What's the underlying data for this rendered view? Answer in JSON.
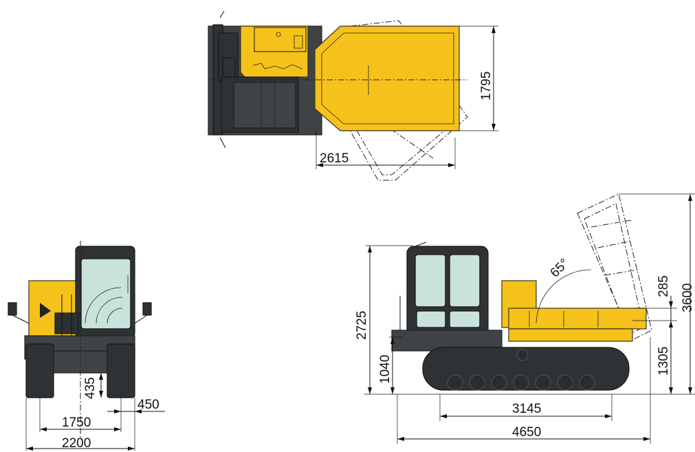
{
  "colors": {
    "body_yellow": "#f5c21b",
    "machine_dark": "#3f4346",
    "glass": "#c9e3dc"
  },
  "top_view": {
    "width_dim": "1795",
    "bed_length_dim": "2615"
  },
  "front_view": {
    "ground_clearance_dim": "435",
    "track_width_dim": "450",
    "track_gauge_dim": "1750",
    "overall_width_dim": "2200"
  },
  "side_view": {
    "overall_height_dim": "2725",
    "platform_height_dim": "1040",
    "tracks_on_ground_dim": "3145",
    "overall_length_dim": "4650",
    "dump_angle": "65°",
    "bed_side_height_dim": "285",
    "max_dump_height_dim": "3600",
    "dump_pivot_height_dim": "1305"
  }
}
